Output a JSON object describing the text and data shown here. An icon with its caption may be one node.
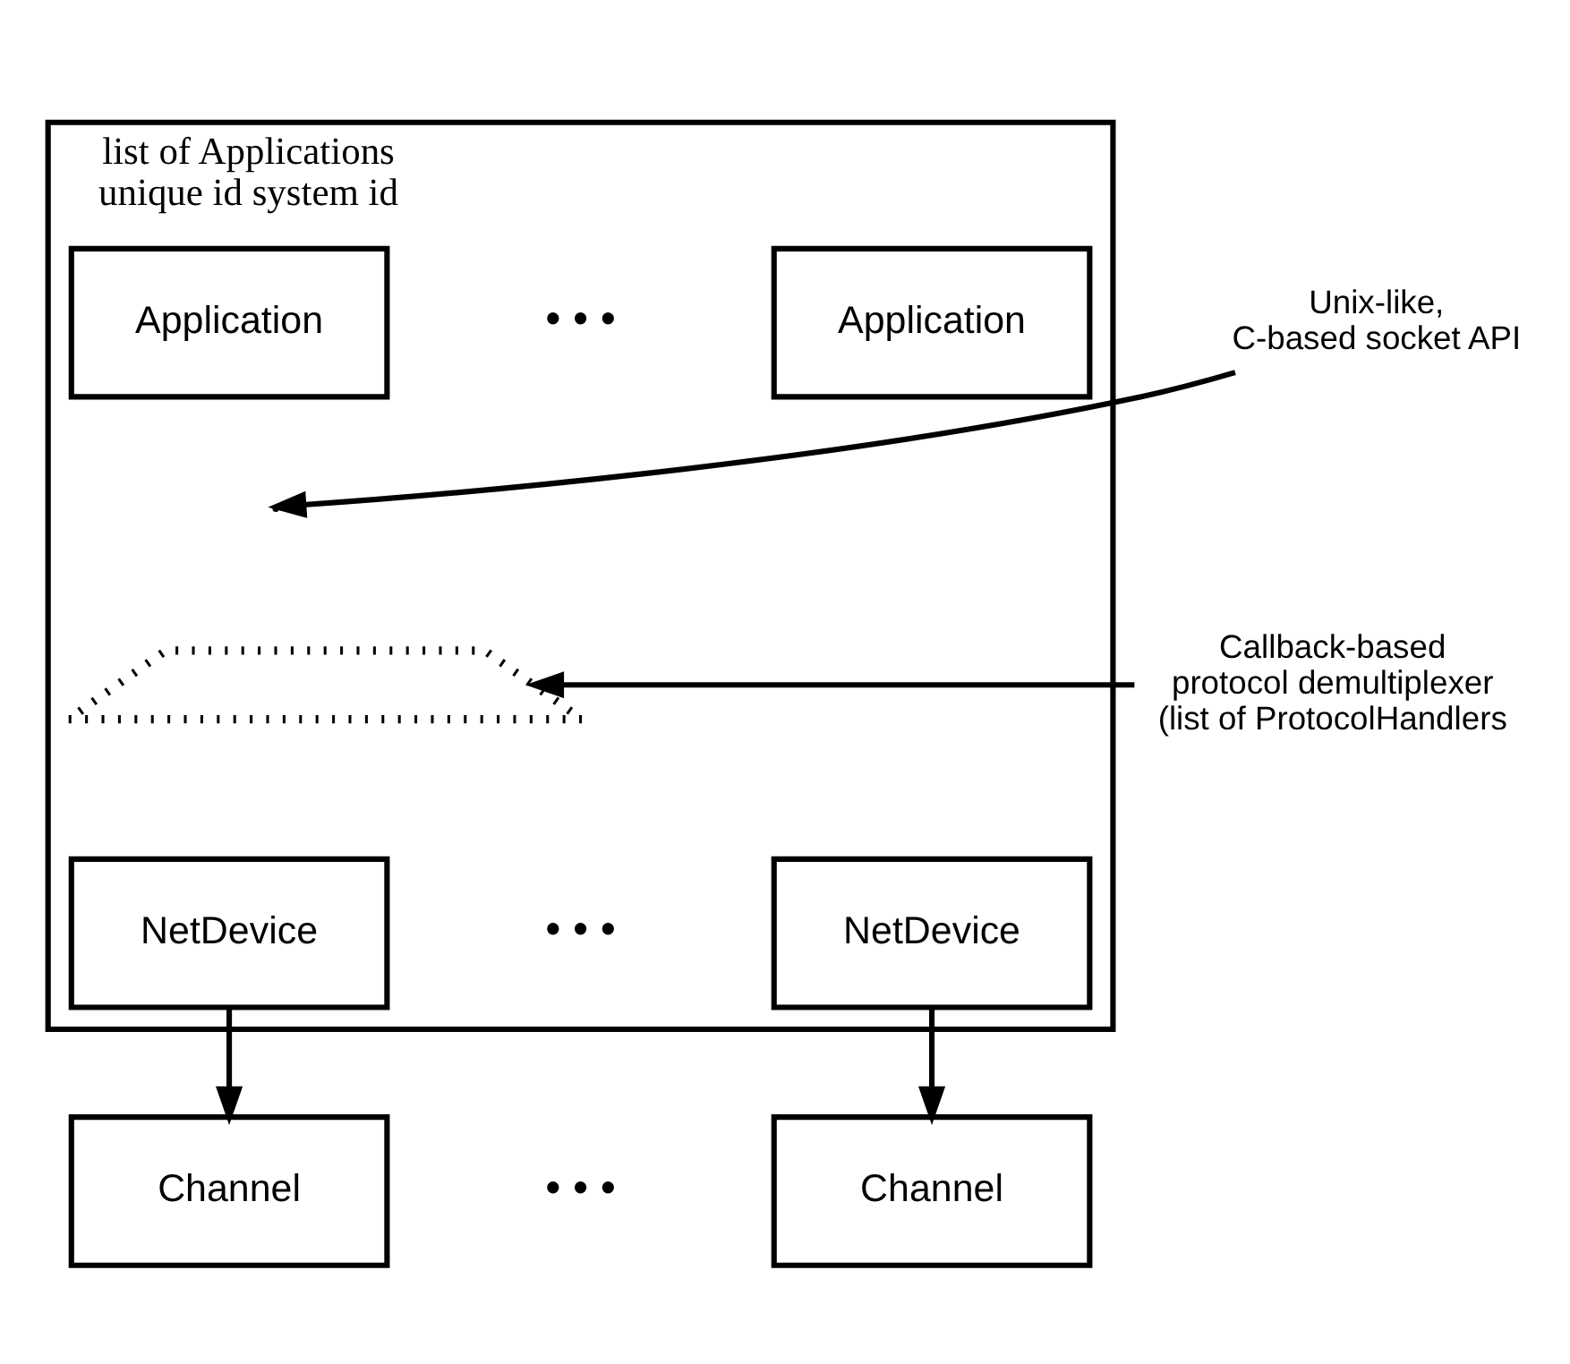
{
  "diagram": {
    "nodes": [
      {
        "text": [
          "list of Applications",
          "unique id system id"
        ]
      },
      {
        "text": [
          "Application"
        ],
        "in": 0
      },
      {
        "text": [
          "Application"
        ],
        "in": 0
      },
      {
        "text": [],
        "shape": "trapezoid",
        "in": 0
      },
      {
        "text": [
          "NetDevice"
        ],
        "in": 0
      },
      {
        "text": [
          "NetDevice"
        ],
        "in": 0
      },
      {
        "text": [
          "Channel"
        ]
      },
      {
        "text": [
          "Channel"
        ]
      },
      {
        "text": [
          "Unix-like, C-based socket API"
        ]
      },
      {
        "text": [
          "Callback-based protocol demultiplexer (list of ProtocolHandlers"
        ]
      }
    ],
    "edges": [
      {
        "from": 8,
        "to": null,
        "arrow": "to"
      },
      {
        "from": 9,
        "to": 3,
        "arrow": "to"
      },
      {
        "from": 4,
        "to": 6,
        "arrow": "to"
      },
      {
        "from": 5,
        "to": 7,
        "arrow": "to"
      }
    ],
    "labels": [
      "• • •",
      "• • •",
      "• • •"
    ]
  }
}
